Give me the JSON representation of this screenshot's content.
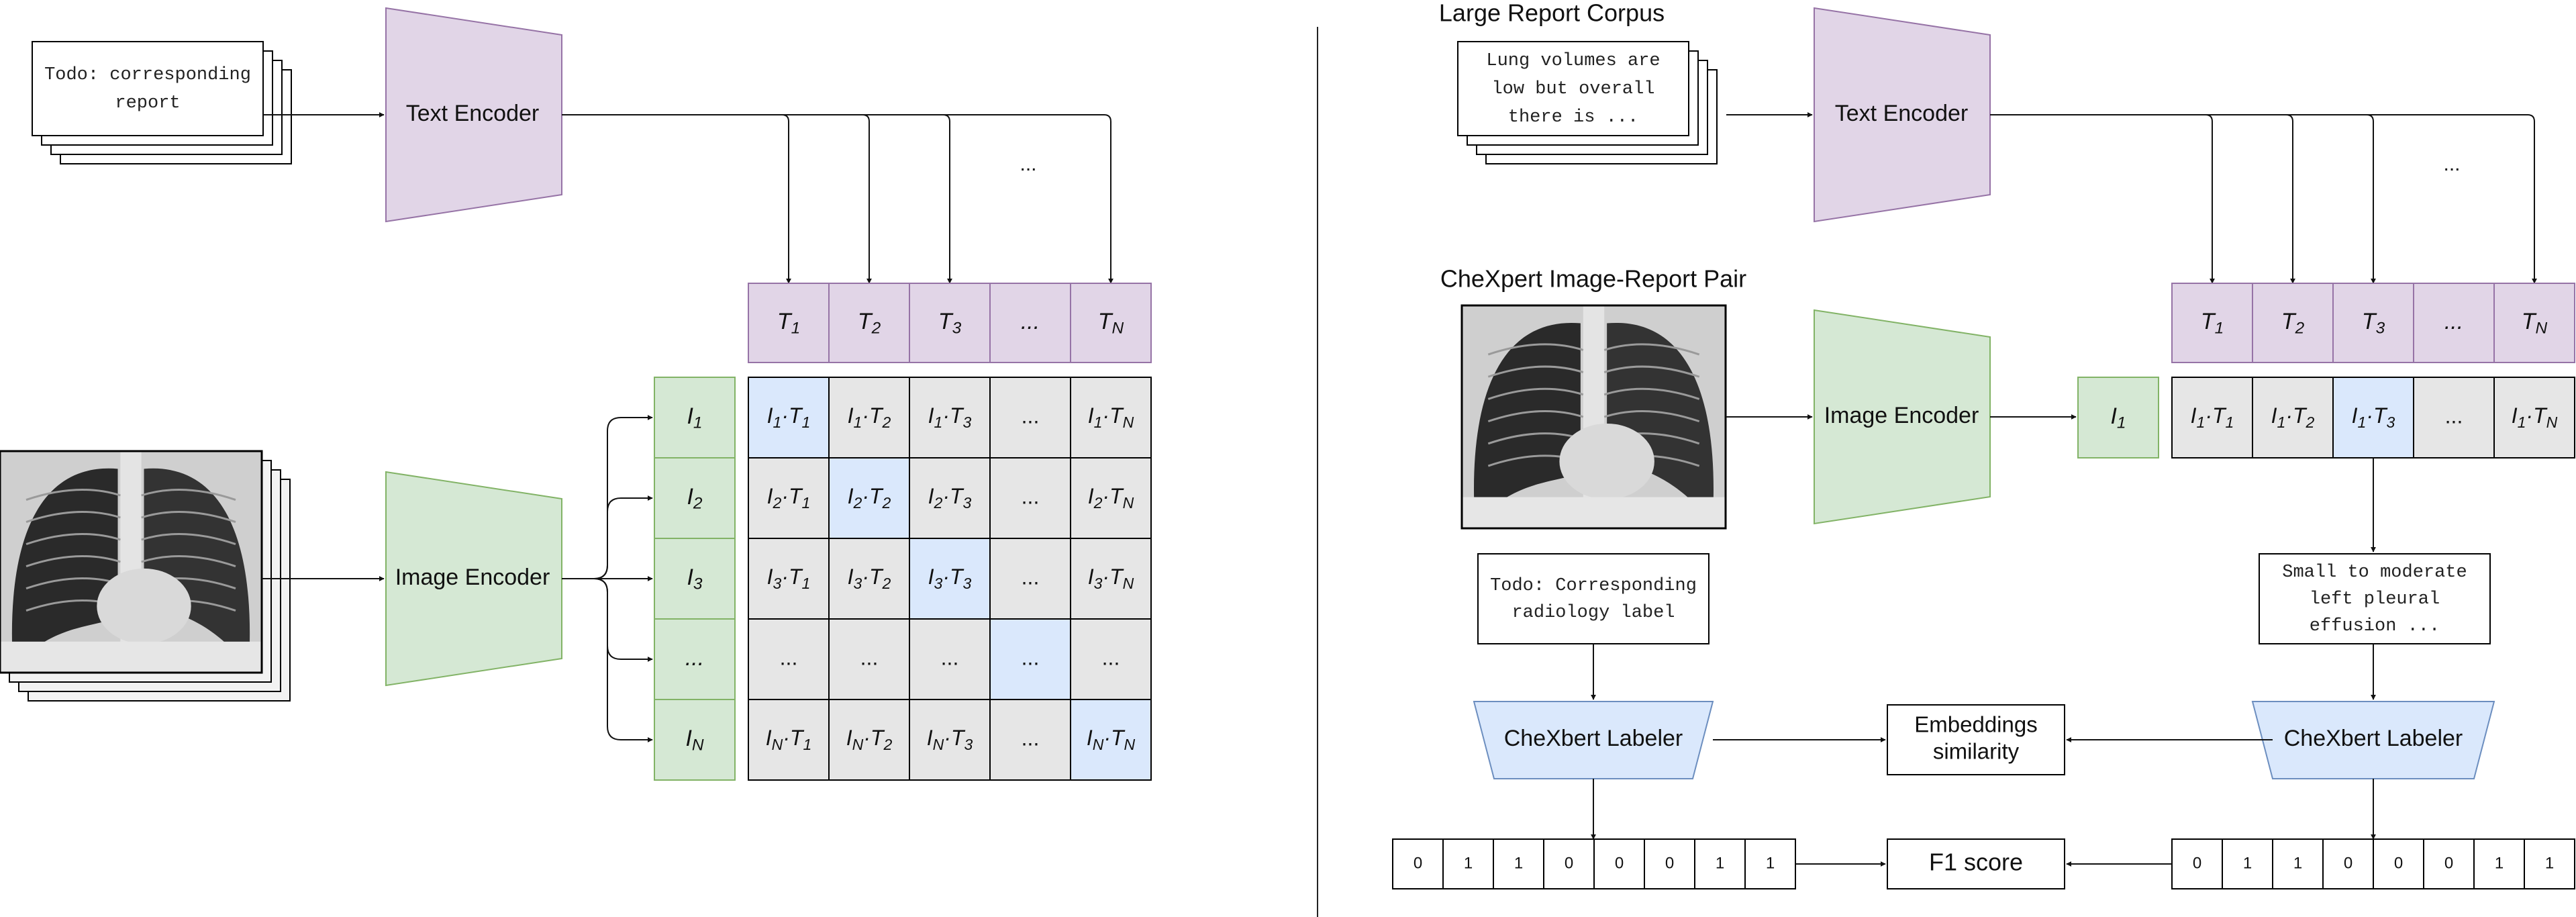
{
  "left": {
    "report_text": [
      "Todo: corresponding",
      "report"
    ],
    "text_encoder": "Text Encoder",
    "image_encoder": "Image Encoder",
    "ellipsis": "...",
    "t_labels": [
      {
        "b": "T",
        "s": "1"
      },
      {
        "b": "T",
        "s": "2"
      },
      {
        "b": "T",
        "s": "3"
      },
      {
        "b": "...",
        "s": ""
      },
      {
        "b": "T",
        "s": "N"
      }
    ],
    "i_labels": [
      {
        "b": "I",
        "s": "1"
      },
      {
        "b": "I",
        "s": "2"
      },
      {
        "b": "I",
        "s": "3"
      },
      {
        "b": "...",
        "s": ""
      },
      {
        "b": "I",
        "s": "N"
      }
    ],
    "matrix": [
      [
        {
          "i": "1",
          "t": "1"
        },
        {
          "i": "1",
          "t": "2"
        },
        {
          "i": "1",
          "t": "3"
        },
        "...",
        {
          "i": "1",
          "t": "N"
        }
      ],
      [
        {
          "i": "2",
          "t": "1"
        },
        {
          "i": "2",
          "t": "2"
        },
        {
          "i": "2",
          "t": "3"
        },
        "...",
        {
          "i": "2",
          "t": "N"
        }
      ],
      [
        {
          "i": "3",
          "t": "1"
        },
        {
          "i": "3",
          "t": "2"
        },
        {
          "i": "3",
          "t": "3"
        },
        "...",
        {
          "i": "3",
          "t": "N"
        }
      ],
      [
        "...",
        "...",
        "...",
        "...",
        "..."
      ],
      [
        {
          "i": "N",
          "t": "1"
        },
        {
          "i": "N",
          "t": "2"
        },
        {
          "i": "N",
          "t": "3"
        },
        "...",
        {
          "i": "N",
          "t": "N"
        }
      ]
    ]
  },
  "right": {
    "corpus_title": "Large Report Corpus",
    "corpus_text": [
      "Lung volumes are",
      "low but overall",
      "there is ..."
    ],
    "text_encoder": "Text Encoder",
    "pair_title": "CheXpert Image-Report Pair",
    "image_encoder": "Image Encoder",
    "ellipsis": "...",
    "i1": {
      "b": "I",
      "s": "1"
    },
    "t_labels": [
      {
        "b": "T",
        "s": "1"
      },
      {
        "b": "T",
        "s": "2"
      },
      {
        "b": "T",
        "s": "3"
      },
      {
        "b": "...",
        "s": ""
      },
      {
        "b": "T",
        "s": "N"
      }
    ],
    "row": [
      {
        "i": "1",
        "t": "1"
      },
      {
        "i": "1",
        "t": "2"
      },
      {
        "i": "1",
        "t": "3"
      },
      "...",
      {
        "i": "1",
        "t": "N"
      }
    ],
    "todo_label": [
      "Todo: Corresponding",
      "radiology label"
    ],
    "pred_text": [
      "Small to moderate",
      "left pleural",
      "effusion ..."
    ],
    "labeler": "CheXbert Labeler",
    "embed_sim": [
      "Embeddings",
      "similarity"
    ],
    "f1": "F1 score",
    "vector_left": [
      "0",
      "1",
      "1",
      "0",
      "0",
      "0",
      "1",
      "1"
    ],
    "vector_right": [
      "0",
      "1",
      "1",
      "0",
      "0",
      "0",
      "1",
      "1"
    ]
  },
  "colors": {
    "purple_fill": "#e1d5e7",
    "purple_stroke": "#9673a6",
    "green_fill": "#d5e8d4",
    "green_stroke": "#82b366",
    "blue_fill": "#dae8fc",
    "blue_stroke": "#6c8ebf",
    "gray_fill": "#e6e6e6"
  }
}
